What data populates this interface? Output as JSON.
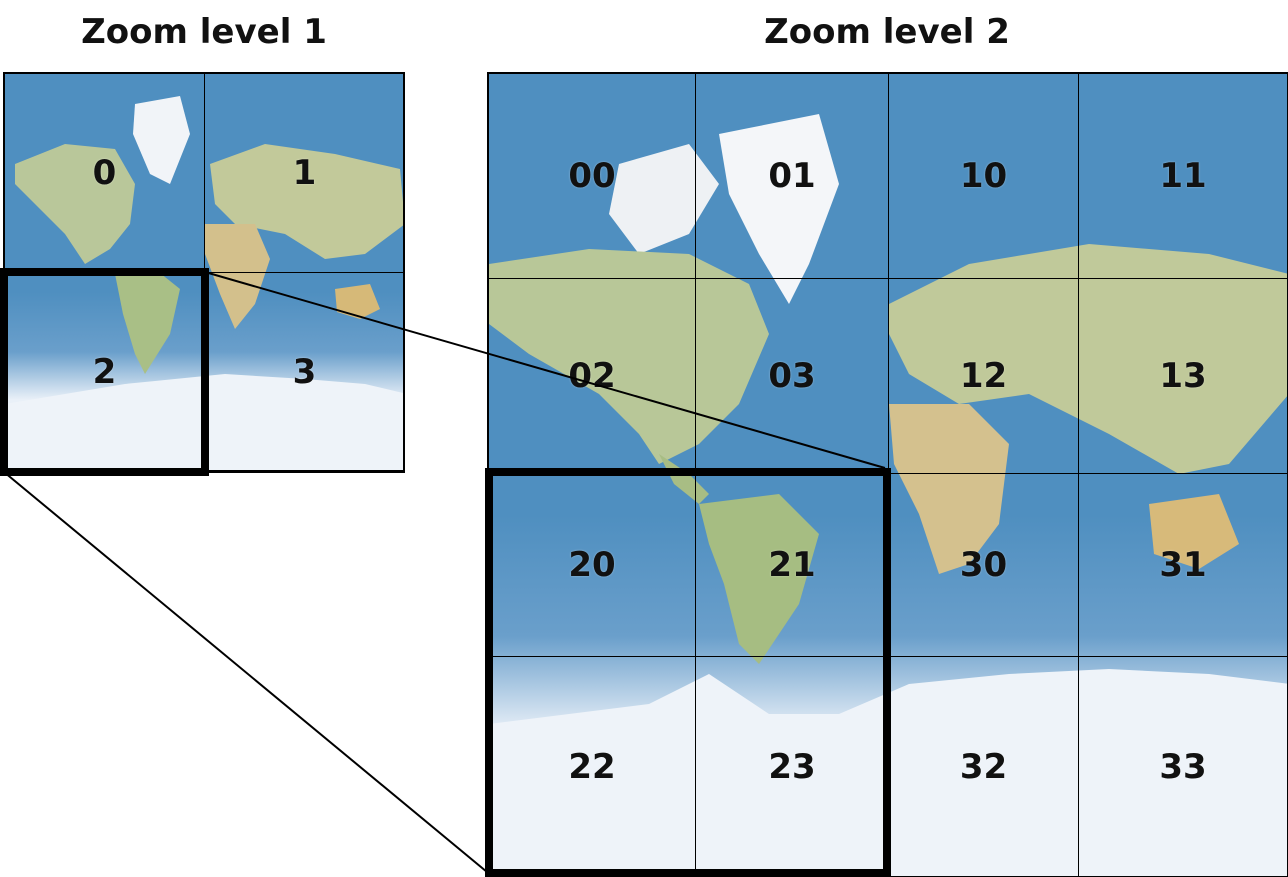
{
  "titles": {
    "zoom1": "Zoom level 1",
    "zoom2": "Zoom level 2"
  },
  "zoom1_tiles": [
    "0",
    "1",
    "2",
    "3"
  ],
  "zoom2_tiles": [
    "00",
    "01",
    "10",
    "11",
    "02",
    "03",
    "12",
    "13",
    "20",
    "21",
    "30",
    "31",
    "22",
    "23",
    "32",
    "33"
  ],
  "colors": {
    "ocean": "#4f8fc0",
    "land": "#b9c79a",
    "ice": "#eef3f9",
    "grid_line": "#000000"
  }
}
